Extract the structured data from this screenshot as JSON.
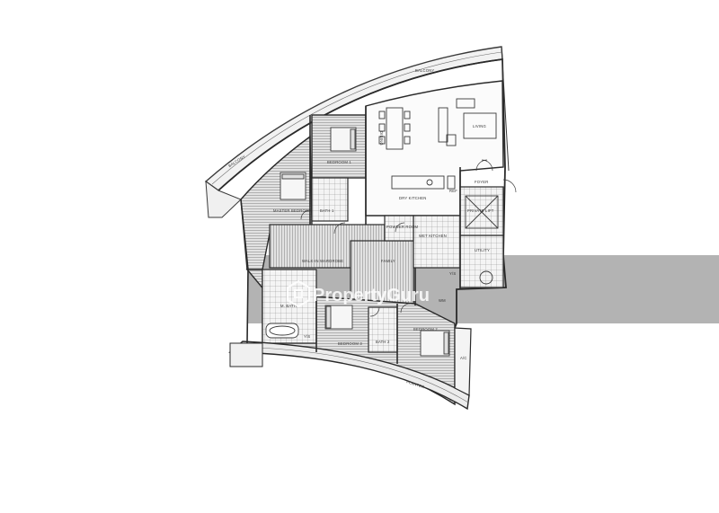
{
  "plan": {
    "labels": {
      "balcony_top": "BALCONY",
      "balcony_left": "BALCONY",
      "living": "LIVING",
      "dining": "DINING",
      "bedroom1": "BEDROOM 1",
      "master_bedroom": "MASTER BEDROOM",
      "bath1": "BATH 1",
      "dry_kitchen": "DRY KITCHEN",
      "ref": "REF",
      "foyer": "FOYER",
      "private_lift": "PRIVATE LIFT",
      "powder_room": "POWDER ROOM",
      "wet_kitchen": "WET KITCHEN",
      "utility": "UTILITY",
      "walk_in_wardrobe": "WALK-IN WARDROBE",
      "family": "FAMILY",
      "master_bath": "M. BATH",
      "bedroom2": "BEDROOM 2",
      "bedroom3": "BEDROOM 3",
      "bath2": "BATH 2",
      "ac": "A/C",
      "planter": "PLANTER",
      "ys1": "Y/S",
      "ys2": "Y/S",
      "wm": "WM"
    }
  },
  "watermark": {
    "brand": "PropertyGuru"
  },
  "colors": {
    "band": "#b3b3b3",
    "line": "#3a3a3a",
    "floor": "#cfcfcf"
  }
}
